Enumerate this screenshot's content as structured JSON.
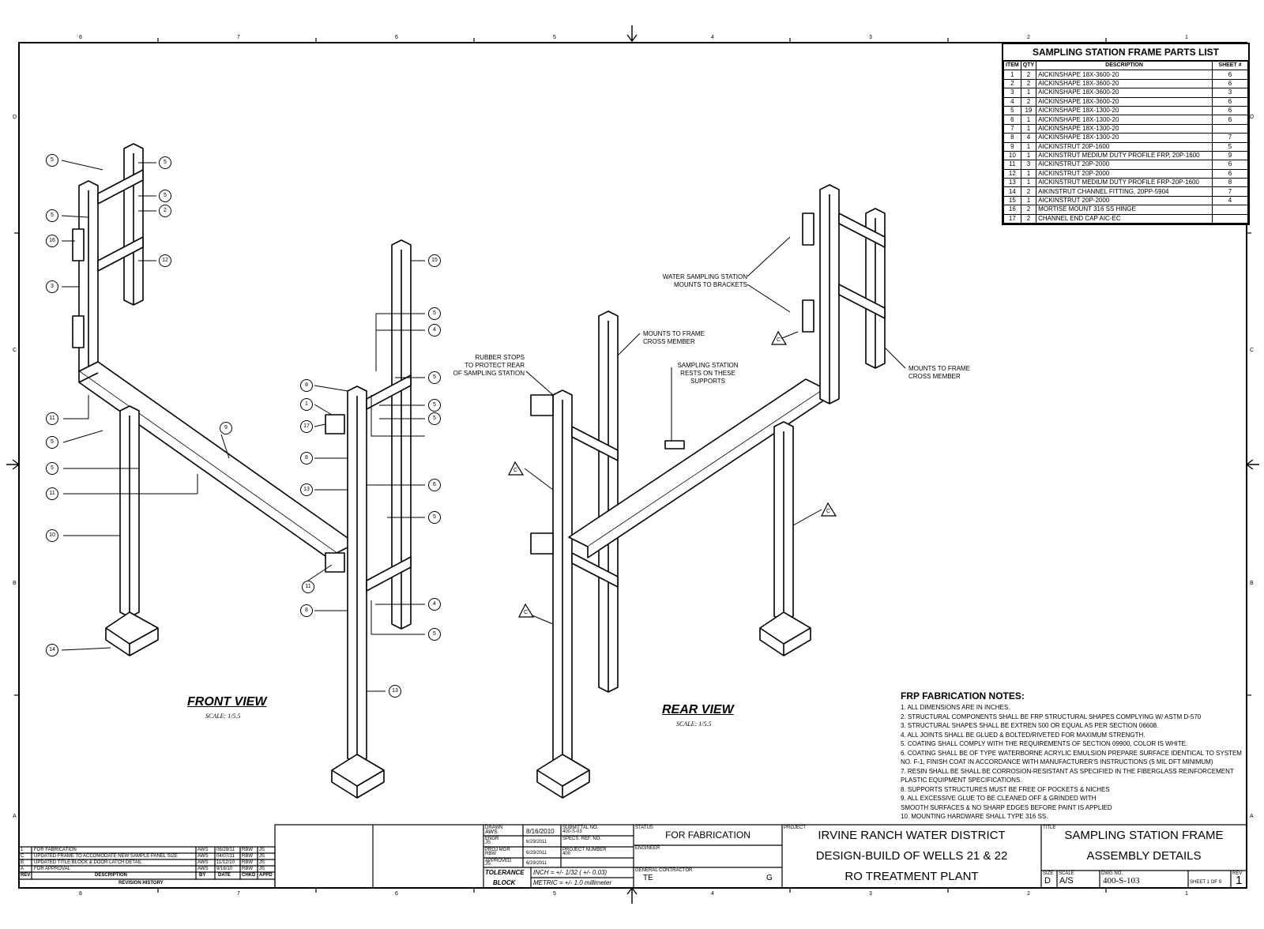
{
  "parts_list": {
    "title": "SAMPLING STATION FRAME PARTS LIST",
    "headers": [
      "ITEM",
      "QTY",
      "DESCRIPTION",
      "SHEET #"
    ],
    "rows": [
      [
        "1",
        "2",
        "AICKINSHAPE 18X-3600-20",
        "6"
      ],
      [
        "2",
        "2",
        "AICKINSHAPE 18X-3600-20",
        "6"
      ],
      [
        "3",
        "1",
        "AICKINSHAPE 18X-3600-20",
        "3"
      ],
      [
        "4",
        "2",
        "AICKINSHAPE 18X-3600-20",
        "6"
      ],
      [
        "5",
        "19",
        "AICKINSHAPE 18X-1300-20",
        "6"
      ],
      [
        "6",
        "1",
        "AICKINSHAPE 18X-1300-20",
        "6"
      ],
      [
        "7",
        "1",
        "AICKINSHAPE 18X-1300-20",
        ""
      ],
      [
        "8",
        "4",
        "AICKINSHAPE 18X-1300-20",
        "7"
      ],
      [
        "9",
        "1",
        "AICKINSTRUT 20P-1600",
        "5"
      ],
      [
        "10",
        "1",
        "AICKINSTRUT MEDIUM DUTY PROFILE FRP, 20P-1600",
        "9"
      ],
      [
        "11",
        "3",
        "AICKINSTRUT 20P-2000",
        "6"
      ],
      [
        "12",
        "1",
        "AICKINSTRUT 20P-2000",
        "6"
      ],
      [
        "13",
        "1",
        "AICKINSTRUT MEDIUM DUTY PROFILE FRP-20P-1600",
        "8"
      ],
      [
        "14",
        "2",
        "AIKINSTRUT CHANNEL FITTING, 20PP-5904",
        "7"
      ],
      [
        "15",
        "1",
        "AICKINSTRUT 20P-2000",
        "4"
      ],
      [
        "16",
        "2",
        "MORTISE MOUNT 316 SS HINGE",
        ""
      ],
      [
        "17",
        "2",
        "CHANNEL END CAP AIC-EC",
        ""
      ]
    ]
  },
  "views": {
    "front_title": "FRONT VIEW",
    "front_scale": "SCALE: 1/5.5",
    "rear_title": "REAR VIEW",
    "rear_scale": "SCALE: 1/5.5"
  },
  "callouts": {
    "water_sampling": [
      "WATER SAMPLING STATION",
      "MOUNTS TO BRACKETS"
    ],
    "mounts_cross_1": [
      "MOUNTS TO FRAME",
      "CROSS MEMBER"
    ],
    "rubber_stops": [
      "RUBBER STOPS",
      "TO PROTECT REAR",
      "OF SAMPLING STATION"
    ],
    "rests": [
      "SAMPLING STATION",
      "RESTS ON THESE",
      "SUPPORTS"
    ],
    "mounts_cross_2": [
      "MOUNTS TO FRAME",
      "CROSS MEMBER"
    ]
  },
  "balloons": {
    "front": [
      "5",
      "5",
      "5",
      "2",
      "5",
      "16",
      "12",
      "3",
      "11",
      "5",
      "5",
      "11",
      "10",
      "14",
      "15",
      "5",
      "4",
      "8",
      "5",
      "1",
      "5",
      "17",
      "5",
      "8",
      "6",
      "13",
      "5",
      "11",
      "8",
      "4",
      "5",
      "13",
      "9"
    ],
    "section_marker": "C"
  },
  "notes": {
    "title": "FRP FABRICATION NOTES:",
    "items": [
      "1. ALL DIMENSIONS ARE IN INCHES.",
      "2. STRUCTURAL COMPONENTS SHALL BE FRP STRUCTURAL SHAPES COMPLYING W/ ASTM D-570",
      "3. STRUCTURAL SHAPES SHALL BE EXTREN 500 OR EQUAL AS PER SECTION 06608.",
      "4. ALL JOINTS SHALL BE GLUED & BOLTED/RIVETED FOR MAXIMUM STRENGTH.",
      "5. COATING SHALL COMPLY WITH THE REQUIREMENTS OF SECTION 09900, COLOR IS WHITE.",
      "6. COATING SHALL BE OF TYPE WATERBORNE ACRYLIC EMULSION PREPARE SURFACE IDENTICAL TO SYSTEM",
      "NO. F-1, FINISH COAT IN ACCORDANCE WITH MANUFACTURER'S INSTRUCTIONS (5 MIL DFT MINIMUM)",
      "7. RESIN SHALL BE SHALL BE CORROSION-RESISTANT AS SPECIFIED IN THE FIBERGLASS REINFORCEMENT",
      "PLASTIC EQUIPMENT SPECIFICATIONS.",
      "8. SUPPORTS STRUCTURES MUST BE FREE OF POCKETS & NICHES",
      "9. ALL EXCESSIVE GLUE TO BE CLEANED OFF & GRINDED WITH",
      "SMOOTH SURFACES & NO SHARP EDGES BEFORE PAINT IS APPLIED",
      "10. MOUNTING HARDWARE SHALL TYPE 316 SS."
    ]
  },
  "revision_history": {
    "title": "REVISION HISTORY",
    "headers": [
      "REV",
      "DESCRIPTION",
      "BY",
      "DATE",
      "CHKD",
      "APPD"
    ],
    "rows": [
      [
        "1",
        "FOR FABRICATION",
        "AWS",
        "06/29/11",
        "RBW",
        "JS"
      ],
      [
        "C",
        "UPDATED FRAME TO ACCOMODATE NEW SAMPLE PANEL SIZE",
        "AWS",
        "04/07/11",
        "RBW",
        "JS"
      ],
      [
        "B",
        "UPDATED TITLE BLOCK & DOOR LATCH DETAIL",
        "AWS",
        "11/12/10",
        "RBW",
        "JS"
      ],
      [
        "A",
        "FOR APPROVAL",
        "AWS",
        "9/16/10",
        "RBW",
        "JS"
      ]
    ]
  },
  "title_block": {
    "drawn_label": "DRAWN",
    "drawn_by": "AWS",
    "drawn_date": "8/16/2010",
    "engr_label": "ENGR",
    "engr": "JS",
    "engr_date": "6/29/2011",
    "projmgr_label": "PROJ MGR",
    "projmgr": "RBW",
    "projmgr_date": "6/29/2011",
    "approved_label": "APPROVED",
    "approved": "JS",
    "approved_date": "6/29/2011",
    "submittal_label": "SUBMITTAL NO.",
    "submittal": "400-S-03",
    "specs_label": "SPECS. REF. NO.",
    "project_number_label": "PROJECT NUMBER",
    "project_number": "400",
    "tolerance_label_1": "TOLERANCE",
    "tolerance_label_2": "BLOCK",
    "tolerance_inch": "INCH = +/- 1/32 ( +/- 0.03)",
    "tolerance_metric": "METRIC = +/- 1.0 millimeter",
    "status_label": "STATUS",
    "status": "FOR FABRICATION",
    "engineer_label": "ENGINEER",
    "gc_label": "GENERAL CONTRACTOR",
    "gc": "TE",
    "gc_mark": "G",
    "project_label": "PROJECT",
    "project_lines": [
      "IRVINE RANCH WATER DISTRICT",
      "DESIGN-BUILD OF WELLS 21 & 22",
      "RO TREATMENT PLANT"
    ],
    "title_label": "TITLE",
    "title_lines": [
      "SAMPLING STATION FRAME",
      "ASSEMBLY DETAILS"
    ],
    "size_label": "SIZE",
    "size": "D",
    "scale_label": "SCALE",
    "scale": "A/S",
    "dwg_label": "DWG NO.",
    "dwg_no": "400-S-103",
    "sheet": "SHEET 1   OF 9",
    "rev_label": "REV",
    "rev": "1"
  },
  "zones": {
    "columns": [
      "8",
      "7",
      "6",
      "5",
      "4",
      "3",
      "2",
      "1"
    ],
    "rows": [
      "D",
      "C",
      "B",
      "A"
    ]
  }
}
